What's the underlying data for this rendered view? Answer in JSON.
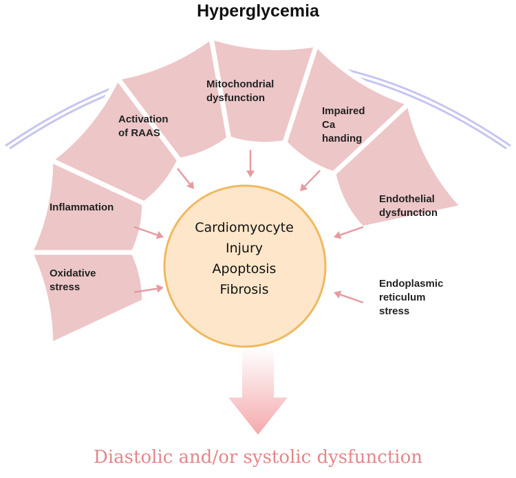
{
  "title": "Hyperglycemia",
  "segments": [
    {
      "key": "oxidative",
      "lines": [
        "Oxidative",
        "stress"
      ]
    },
    {
      "key": "inflammation",
      "lines": [
        "Inflammation"
      ]
    },
    {
      "key": "raas",
      "lines": [
        "Activation",
        "of RAAS"
      ]
    },
    {
      "key": "mito",
      "lines": [
        "Mitochondrial",
        "dysfunction"
      ]
    },
    {
      "key": "calcium",
      "lines": [
        "Impaired",
        "Ca",
        "handing"
      ]
    },
    {
      "key": "endothelial",
      "lines": [
        "Endothelial",
        "dysfunction"
      ]
    },
    {
      "key": "er",
      "lines": [
        "Endoplasmic",
        "reticulum",
        "stress"
      ]
    }
  ],
  "center": {
    "lines": [
      "Cardiomyocyte",
      "Injury",
      "Apoptosis",
      "Fibrosis"
    ]
  },
  "outcome": "Diastolic and/or systolic dysfunction",
  "colors": {
    "segment_fill": "#edc6c8",
    "segment_stroke": "#ffffff",
    "arc": "#c5c5f0",
    "center_fill": "#fde6c9",
    "center_stroke": "#f0b85e",
    "arrow": "#e79aa0",
    "outcome_text": "#e3868b"
  }
}
